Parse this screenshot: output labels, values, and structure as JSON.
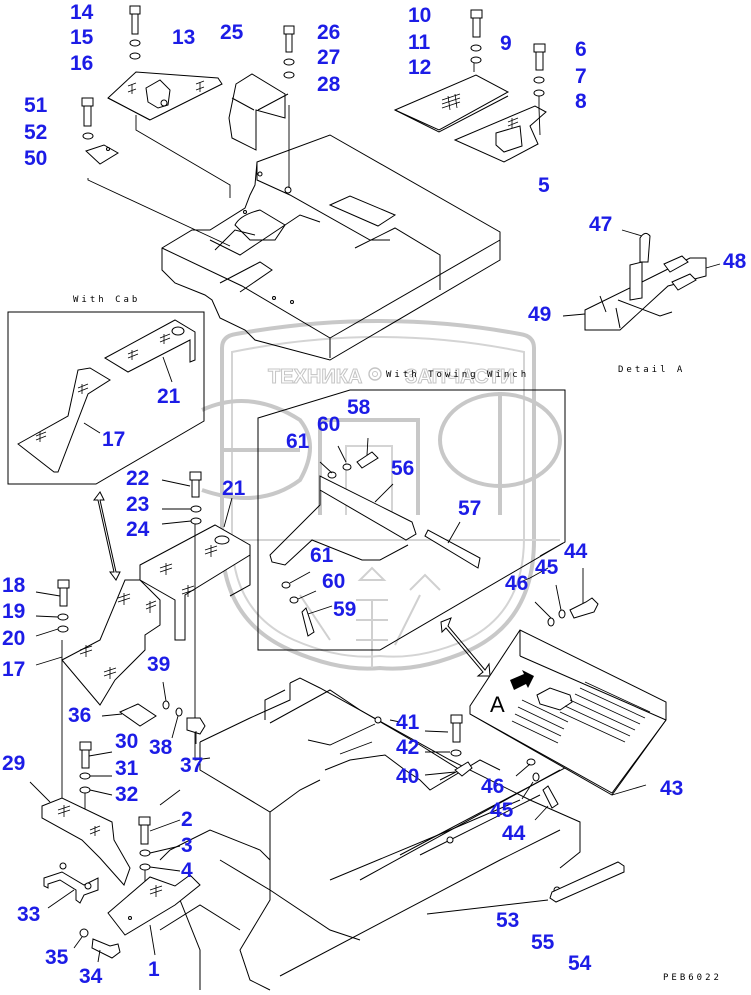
{
  "diagram": {
    "title": "Floor frame / step and cover parts exploded view",
    "drawing_code": "PEB6022",
    "captions": {
      "with_cab": "With Cab",
      "with_towing_winch": "With Towing Winch",
      "detail_a": "Detail A",
      "detail_marker": "A"
    },
    "watermark": {
      "left_text": "ТЕХНИКА",
      "right_text": "ЗАПЧАСТИ",
      "logo_letters": "ЭПФ"
    },
    "callout_color": "#1c1ce6",
    "callouts": [
      {
        "id": "c1",
        "label": "1"
      },
      {
        "id": "c2",
        "label": "2"
      },
      {
        "id": "c3",
        "label": "3"
      },
      {
        "id": "c4",
        "label": "4"
      },
      {
        "id": "c5",
        "label": "5"
      },
      {
        "id": "c6",
        "label": "6"
      },
      {
        "id": "c7",
        "label": "7"
      },
      {
        "id": "c8",
        "label": "8"
      },
      {
        "id": "c9",
        "label": "9"
      },
      {
        "id": "c10",
        "label": "10"
      },
      {
        "id": "c11",
        "label": "11"
      },
      {
        "id": "c12",
        "label": "12"
      },
      {
        "id": "c13",
        "label": "13"
      },
      {
        "id": "c14",
        "label": "14"
      },
      {
        "id": "c15",
        "label": "15"
      },
      {
        "id": "c16",
        "label": "16"
      },
      {
        "id": "c17a",
        "label": "17"
      },
      {
        "id": "c17b",
        "label": "17"
      },
      {
        "id": "c18",
        "label": "18"
      },
      {
        "id": "c19",
        "label": "19"
      },
      {
        "id": "c20",
        "label": "20"
      },
      {
        "id": "c21a",
        "label": "21"
      },
      {
        "id": "c21b",
        "label": "21"
      },
      {
        "id": "c22",
        "label": "22"
      },
      {
        "id": "c23",
        "label": "23"
      },
      {
        "id": "c24",
        "label": "24"
      },
      {
        "id": "c25",
        "label": "25"
      },
      {
        "id": "c26",
        "label": "26"
      },
      {
        "id": "c27",
        "label": "27"
      },
      {
        "id": "c28",
        "label": "28"
      },
      {
        "id": "c29",
        "label": "29"
      },
      {
        "id": "c30",
        "label": "30"
      },
      {
        "id": "c31",
        "label": "31"
      },
      {
        "id": "c32",
        "label": "32"
      },
      {
        "id": "c33",
        "label": "33"
      },
      {
        "id": "c34",
        "label": "34"
      },
      {
        "id": "c35",
        "label": "35"
      },
      {
        "id": "c36",
        "label": "36"
      },
      {
        "id": "c37",
        "label": "37"
      },
      {
        "id": "c38",
        "label": "38"
      },
      {
        "id": "c39",
        "label": "39"
      },
      {
        "id": "c40",
        "label": "40"
      },
      {
        "id": "c41",
        "label": "41"
      },
      {
        "id": "c42",
        "label": "42"
      },
      {
        "id": "c43",
        "label": "43"
      },
      {
        "id": "c44a",
        "label": "44"
      },
      {
        "id": "c44b",
        "label": "44"
      },
      {
        "id": "c45a",
        "label": "45"
      },
      {
        "id": "c45b",
        "label": "45"
      },
      {
        "id": "c46a",
        "label": "46"
      },
      {
        "id": "c46b",
        "label": "46"
      },
      {
        "id": "c47",
        "label": "47"
      },
      {
        "id": "c48",
        "label": "48"
      },
      {
        "id": "c49",
        "label": "49"
      },
      {
        "id": "c50",
        "label": "50"
      },
      {
        "id": "c51",
        "label": "51"
      },
      {
        "id": "c52",
        "label": "52"
      },
      {
        "id": "c53",
        "label": "53"
      },
      {
        "id": "c54",
        "label": "54"
      },
      {
        "id": "c55",
        "label": "55"
      },
      {
        "id": "c56",
        "label": "56"
      },
      {
        "id": "c57",
        "label": "57"
      },
      {
        "id": "c58",
        "label": "58"
      },
      {
        "id": "c59",
        "label": "59"
      },
      {
        "id": "c60a",
        "label": "60"
      },
      {
        "id": "c60b",
        "label": "60"
      },
      {
        "id": "c61a",
        "label": "61"
      },
      {
        "id": "c61b",
        "label": "61"
      }
    ]
  }
}
